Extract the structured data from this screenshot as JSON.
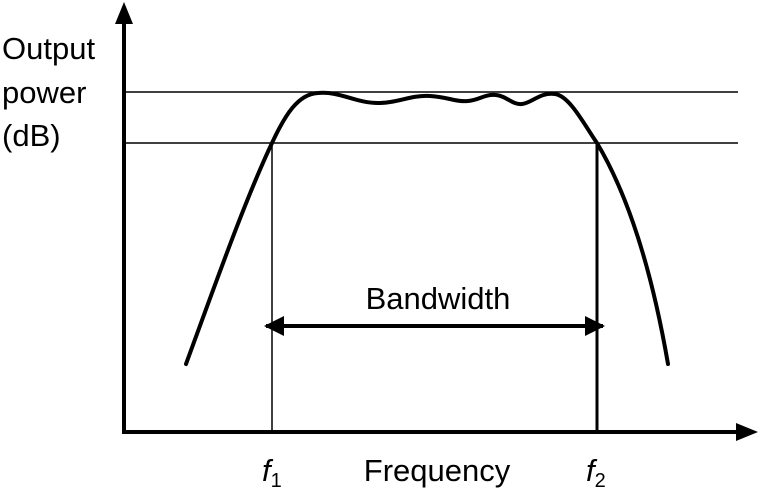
{
  "colors": {
    "ink": "#000000",
    "background": "#ffffff"
  },
  "labels": {
    "ylabel_lines": [
      "Output",
      "power",
      "(dB)"
    ],
    "xlabel": "Frequency",
    "bandwidth": "Bandwidth",
    "f1": {
      "base": "f",
      "sub": "1"
    },
    "f2": {
      "base": "f",
      "sub": "2"
    }
  },
  "reference_lines": [
    "peak-level",
    "half-power-level"
  ],
  "arrows": [
    "y-axis",
    "x-axis",
    "bandwidth-span"
  ]
}
